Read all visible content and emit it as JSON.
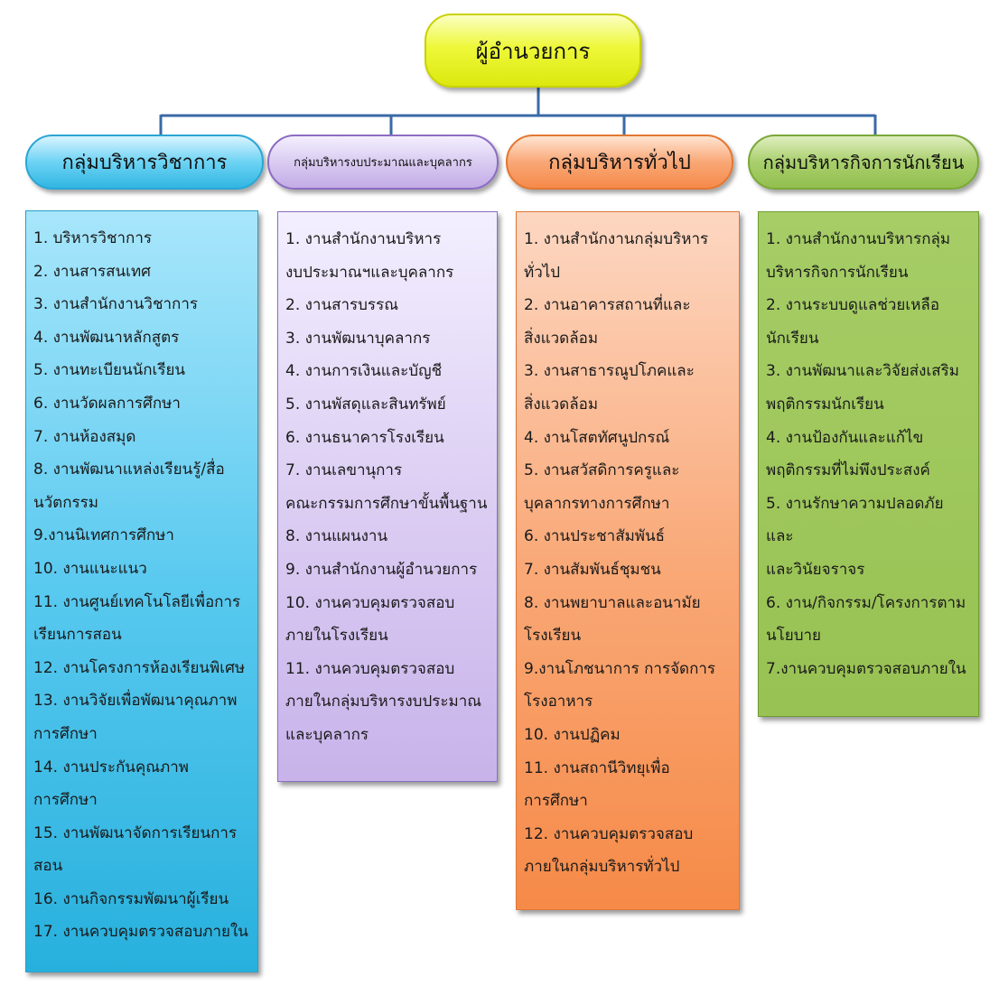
{
  "director": {
    "label": "ผู้อำนวยการ"
  },
  "groups": [
    {
      "title": "กลุ่มบริหารวิชาการ",
      "items": [
        "1. บริหารวิชาการ",
        "2. งานสารสนเทศ",
        "3. งานสำนักงานวิชาการ",
        "4. งานพัฒนาหลักสูตร",
        "5. งานทะเบียนนักเรียน",
        "6. งานวัดผลการศึกษา",
        "7. งานห้องสมุด",
        "8. งานพัฒนาแหล่งเรียนรู้/สื่อ",
        "นวัตกรรม",
        "9.งานนิเทศการศึกษา",
        "10. งานแนะแนว",
        "11. งานศูนย์เทคโนโลยีเพื่อการ",
        "เรียนการสอน",
        "12. งานโครงการห้องเรียนพิเศษ",
        "13. งานวิจัยเพื่อพัฒนาคุณภาพ",
        "การศึกษา",
        "14. งานประกันคุณภาพ",
        "การศึกษา",
        "15. งานพัฒนาจัดการเรียนการ",
        "สอน",
        "16. งานกิจกรรมพัฒนาผู้เรียน",
        "17. งานควบคุมตรวจสอบภายใน"
      ]
    },
    {
      "title": "กลุ่มบริหารงบประมาณและบุคลากร",
      "items": [
        "1. งานสำนักงานบริหาร",
        "งบประมาณฯและบุคลากร",
        "2. งานสารบรรณ",
        "3. งานพัฒนาบุคลากร",
        "4. งานการเงินและบัญชี",
        "5. งานพัสดุและสินทรัพย์",
        "6. งานธนาคารโรงเรียน",
        "7. งานเลขานุการ",
        "คณะกรรมการศึกษาขั้นพื้นฐาน",
        "8. งานแผนงาน",
        "9. งานสำนักงานผู้อำนวยการ",
        "10. งานควบคุมตรวจสอบ",
        "ภายในโรงเรียน",
        "11. งานควบคุมตรวจสอบ",
        "ภายในกลุ่มบริหารงบประมาณ",
        "และบุคลากร"
      ]
    },
    {
      "title": "กลุ่มบริหารทั่วไป",
      "items": [
        "1. งานสำนักงานกลุ่มบริหาร",
        "ทั่วไป",
        "2. งานอาคารสถานที่และ",
        "สิ่งแวดล้อม",
        "3. งานสาธารณูปโภคและ",
        "สิ่งแวดล้อม",
        "4. งานโสตทัศนูปกรณ์",
        "5. งานสวัสดิการครูและ",
        "บุคลากรทางการศึกษา",
        "6. งานประชาสัมพันธ์",
        "7. งานสัมพันธ์ชุมชน",
        "8. งานพยาบาลและอนามัย",
        "โรงเรียน",
        "9.งานโภชนาการ การจัดการ",
        "โรงอาหาร",
        "10. งานปฏิคม",
        "11. งานสถานีวิทยุเพื่อ",
        "การศึกษา",
        "12. งานควบคุมตรวจสอบ",
        "ภายในกลุ่มบริหารทั่วไป"
      ]
    },
    {
      "title": "กลุ่มบริหารกิจการนักเรียน",
      "items": [
        "1. งานสำนักงานบริหารกลุ่ม",
        "บริหารกิจการนักเรียน",
        "2. งานระบบดูแลช่วยเหลือ",
        "นักเรียน",
        "3. งานพัฒนาและวิจัยส่งเสริม",
        "พฤติกรรมนักเรียน",
        "4. งานป้องกันและแก้ไข",
        "พฤติกรรมที่ไม่พึงประสงค์",
        "5. งานรักษาความปลอดภัย",
        "และ",
        "และวินัยจราจร",
        "6. งาน/กิจกรรม/โครงการตาม",
        "นโยบาย",
        "7.งานควบคุมตรวจสอบภายใน"
      ]
    }
  ],
  "colors": {
    "connector": "#3a6aa6",
    "academic": "#31b6e2",
    "budget": "#c2ace6",
    "general": "#f58a4a",
    "student": "#93bf4f",
    "director": "#eef83a"
  }
}
